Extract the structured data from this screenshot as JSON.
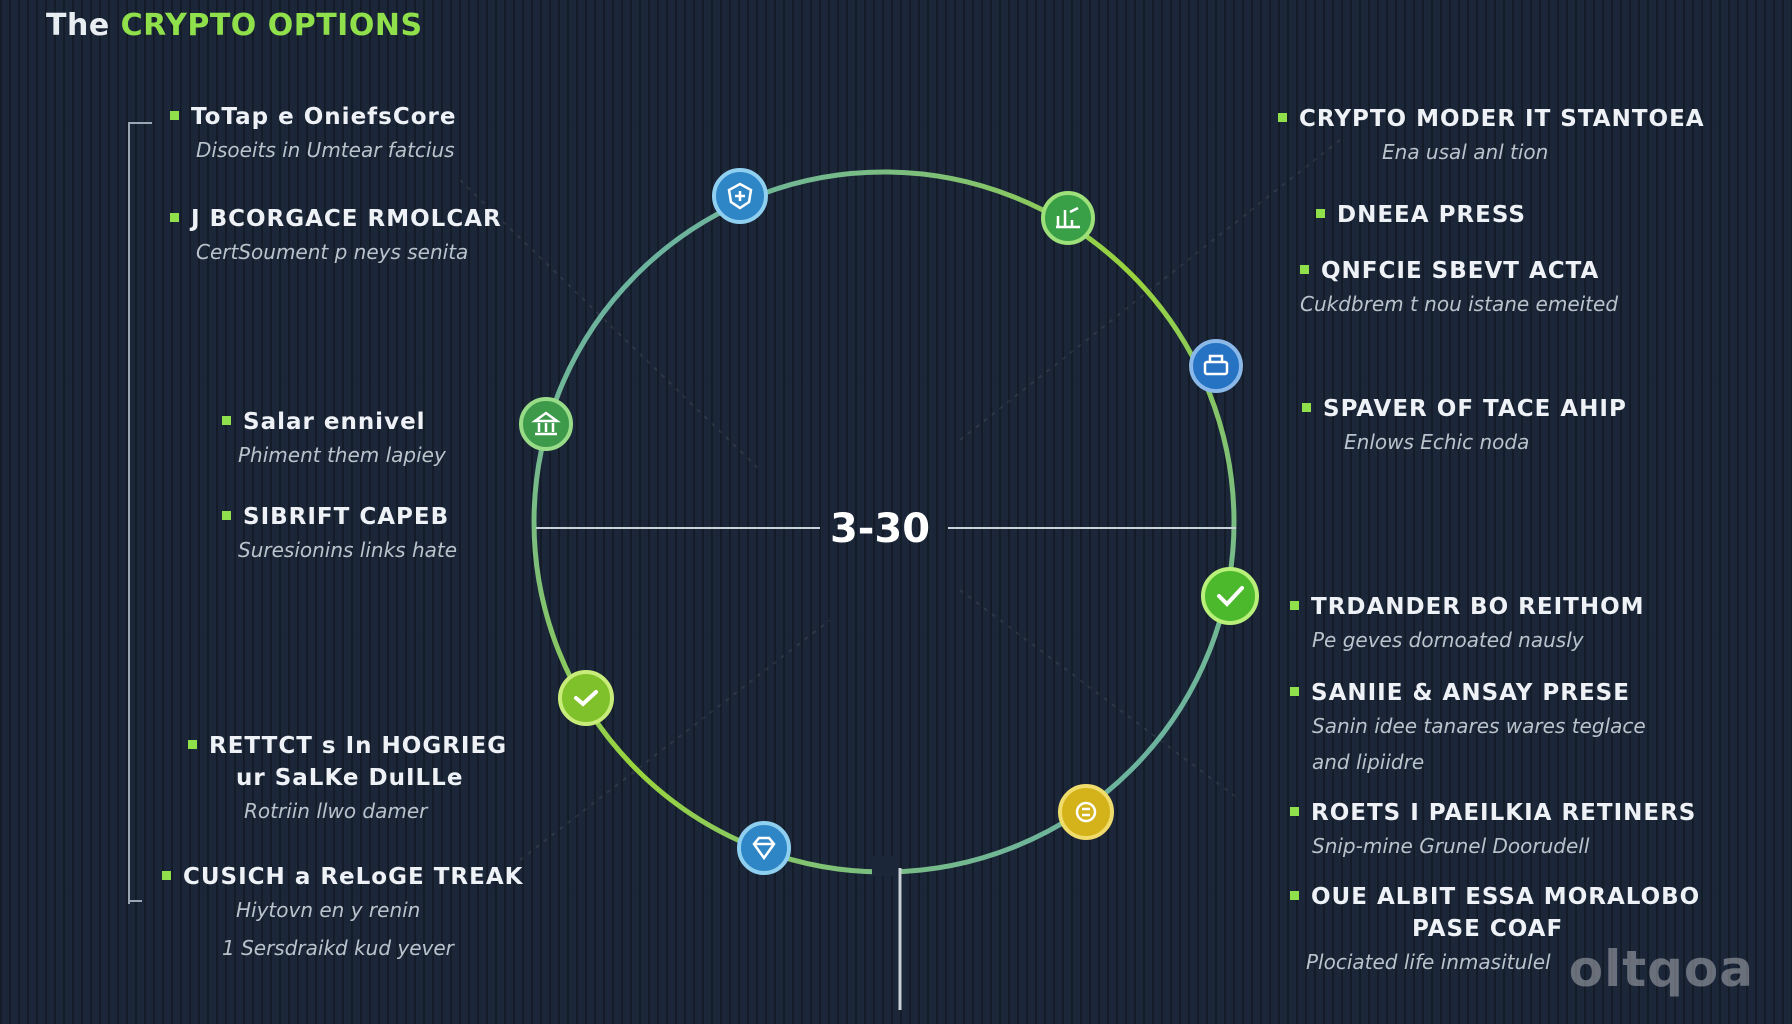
{
  "title": {
    "prefix": "The ",
    "accent": "CRYPTO OPTIONS"
  },
  "center_label": "3-30",
  "left_items": [
    {
      "head": "ToTap e OniefsCore",
      "sub": "Disoeits in Umtear fatcius"
    },
    {
      "head": "J BCORGACE RMOLCAR",
      "sub": "CertSoument p neys senita"
    },
    {
      "head": "Salar ennivel",
      "sub": "Phiment them lapiey"
    },
    {
      "head": "SIBRIFT CAPEB",
      "sub": "Suresionins links hate"
    },
    {
      "head": "RETTCT s In HOGRIEG",
      "head2": "ur SaLKe DuILLe",
      "sub": "Rotriin llwo damer"
    },
    {
      "head": "CUSICH  a ReLoGE TREAK",
      "sub": "Hiytovn en y renin",
      "sub2": "1 Sersdraikd kud yever"
    }
  ],
  "right_items": [
    {
      "head": "CRYPTO MODER IT STANTOEA",
      "sub": "Ena usal anl tion"
    },
    {
      "head": "DNEEA PRESS",
      "sub": ""
    },
    {
      "head": "QNFCIE SBEVT ACTA",
      "sub": "Cukdbrem t nou istane emeited"
    },
    {
      "head": "SPAVER OF TACE AHIP",
      "sub": "Enlows Echic noda"
    },
    {
      "head": "TRDANDER BO REITHOM",
      "sub": "Pe geves dornoated nausly"
    },
    {
      "head": "SANIIE & ANSAY PRESE",
      "sub": "Sanin idee tanares wares teglace",
      "sub2": "and lipiidre"
    },
    {
      "head": "ROETS I PAEILKIA RETINERS",
      "sub": "Snip-mine Grunel Doorudell"
    },
    {
      "head": "OUE ALBIT ESSA MORALOBO",
      "head2": "PASE COAF",
      "sub": "Plociated life inmasitulel"
    }
  ],
  "nodes": [
    {
      "icon": "shield-icon",
      "color": "#2f86c6"
    },
    {
      "icon": "chart-icon",
      "color": "#3aa047"
    },
    {
      "icon": "wallet-icon",
      "color": "#2673c4"
    },
    {
      "icon": "check-icon",
      "color": "#4cb82c"
    },
    {
      "icon": "coin-icon",
      "color": "#d4b21a"
    },
    {
      "icon": "diamond-icon",
      "color": "#2f86c6"
    },
    {
      "icon": "check-icon",
      "color": "#7fc12a"
    },
    {
      "icon": "bank-icon",
      "color": "#3c9a4a"
    }
  ],
  "colors": {
    "accent": "#8fe04a",
    "ring_blue": "#5aa6c8",
    "ring_green": "#9ad43c"
  },
  "watermark": "oltqoa"
}
